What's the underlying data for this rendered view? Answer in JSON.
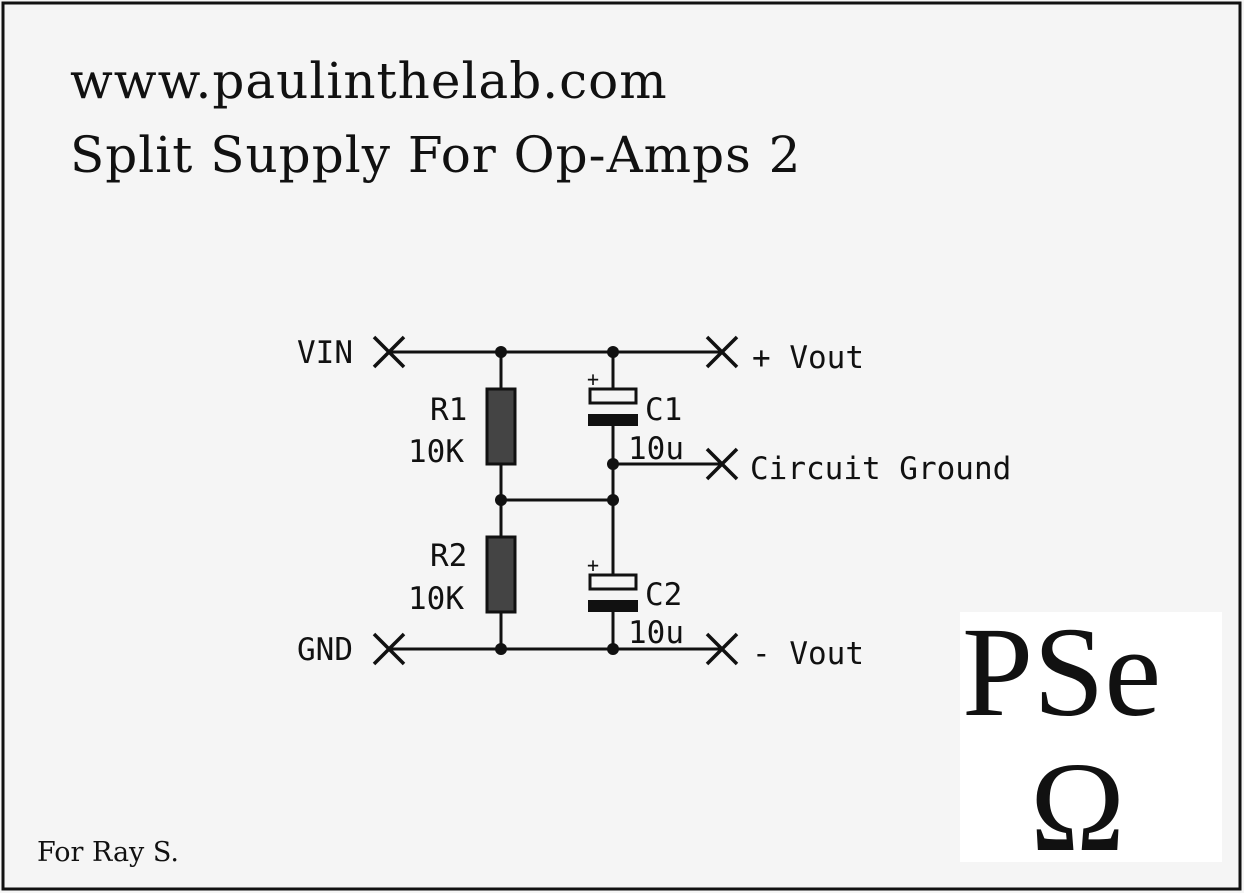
{
  "title": {
    "line1": "www.paulinthelab.com",
    "line2": "Split Supply For Op-Amps 2"
  },
  "components": {
    "r1": {
      "name": "R1",
      "value": "10K"
    },
    "r2": {
      "name": "R2",
      "value": "10K"
    },
    "c1": {
      "name": "C1",
      "value": "10u",
      "polarity": "+"
    },
    "c2": {
      "name": "C2",
      "value": "10u",
      "polarity": "+"
    }
  },
  "terminals": {
    "vin": "VIN",
    "gnd": "GND",
    "vout_pos": "+ Vout",
    "circuit_ground": "Circuit Ground",
    "vout_neg": "- Vout"
  },
  "logo": {
    "letters": "PSe",
    "symbol": "Ω"
  },
  "footer": {
    "dedication": "For Ray S."
  },
  "colors": {
    "background": "#f5f5f5",
    "ink": "#111111",
    "resistor_fill": "#444444"
  }
}
